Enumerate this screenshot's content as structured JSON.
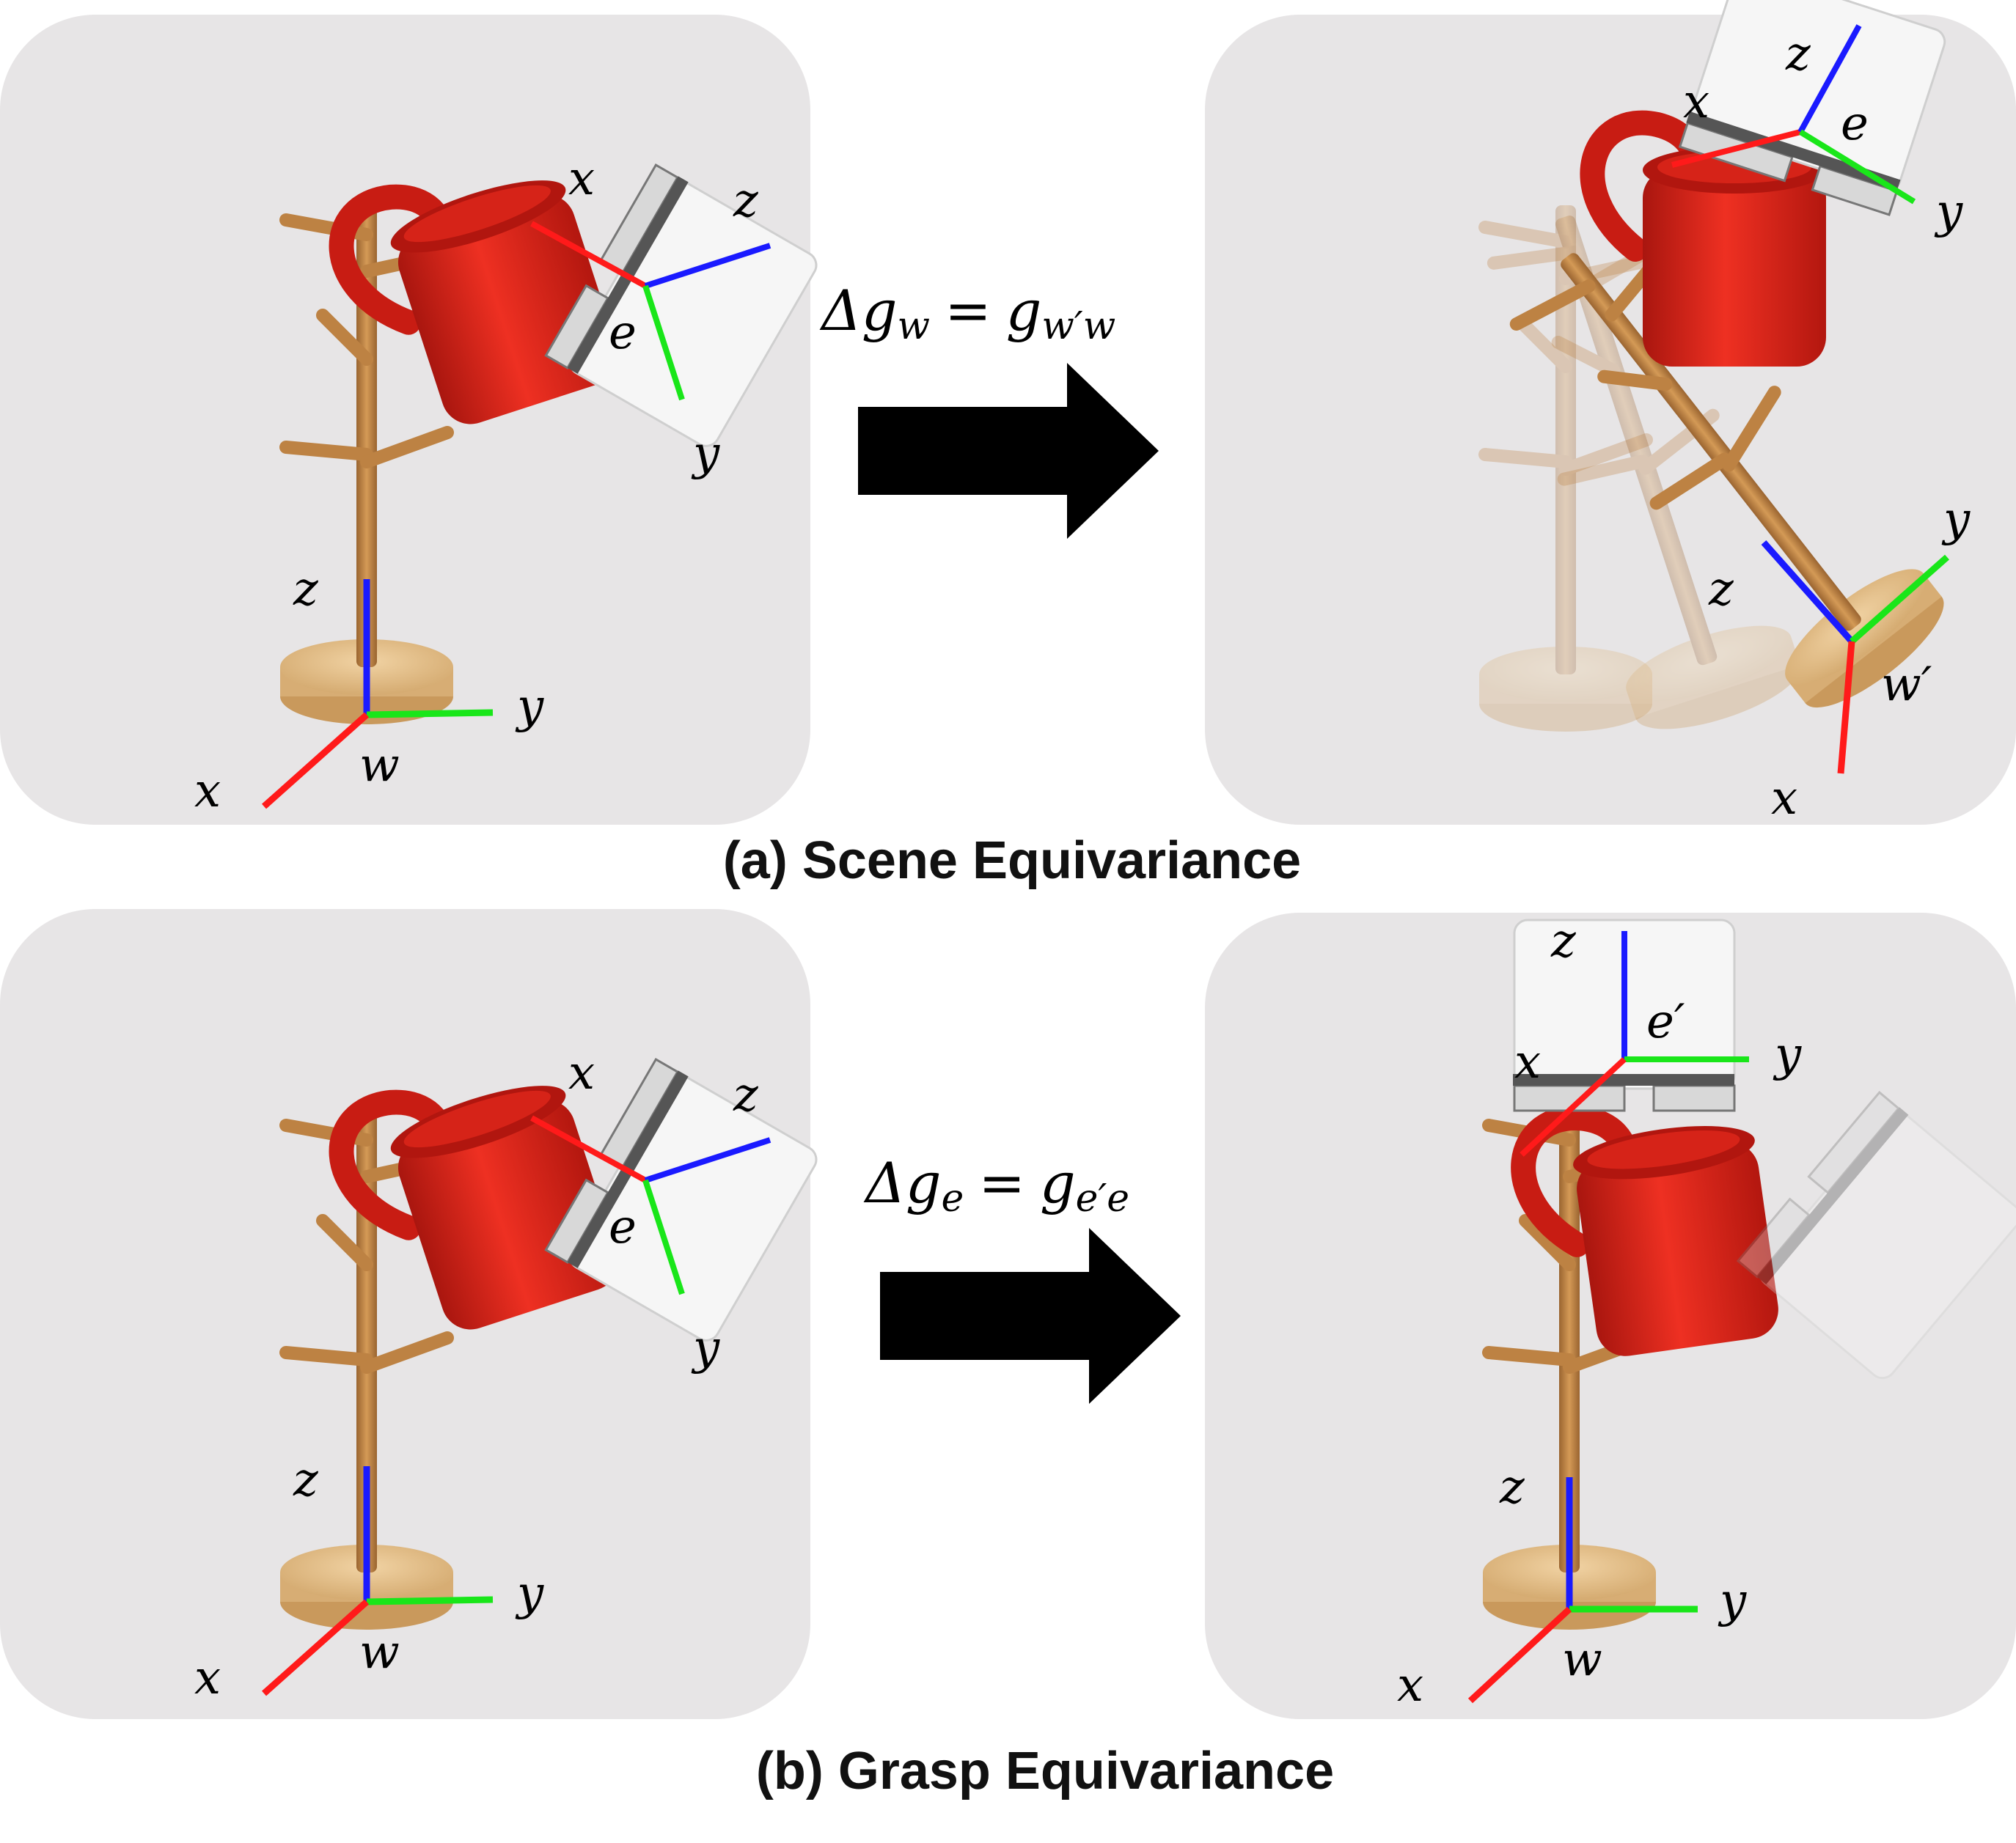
{
  "colors": {
    "panel": "#e7e5e6",
    "axis_x": "#ff1a1a",
    "axis_y": "#19e619",
    "axis_z": "#1a1aff",
    "wood": "#c48a45",
    "wood_dark": "#8f5a26",
    "wood_light": "#e3c08e",
    "mug": "#e0231a",
    "mug_dark": "#a4140e",
    "gripper": "#f4f4f4",
    "gripper_edge": "#8a8a8a",
    "arrow": "#000000"
  },
  "axis_labels": {
    "x": "x",
    "y": "y",
    "z": "z"
  },
  "frames": {
    "world": "w",
    "world_prime": "w′",
    "ee": "e",
    "ee_prime": "e′"
  },
  "equations": {
    "scene_delta": "Δg",
    "scene_delta_sub": "w",
    "scene_rhs": "g",
    "scene_rhs_sub": "w′w",
    "grasp_delta": "Δg",
    "grasp_delta_sub": "e",
    "grasp_rhs": "g",
    "grasp_rhs_sub": "e′e",
    "equals": "="
  },
  "captions": {
    "scene": "(a) Scene Equivariance",
    "grasp": "(b) Grasp Equivariance"
  },
  "icons": {
    "mug": "mug-icon",
    "stand": "mug-tree-stand",
    "gripper": "gripper-icon",
    "arrow": "right-arrow-icon"
  }
}
